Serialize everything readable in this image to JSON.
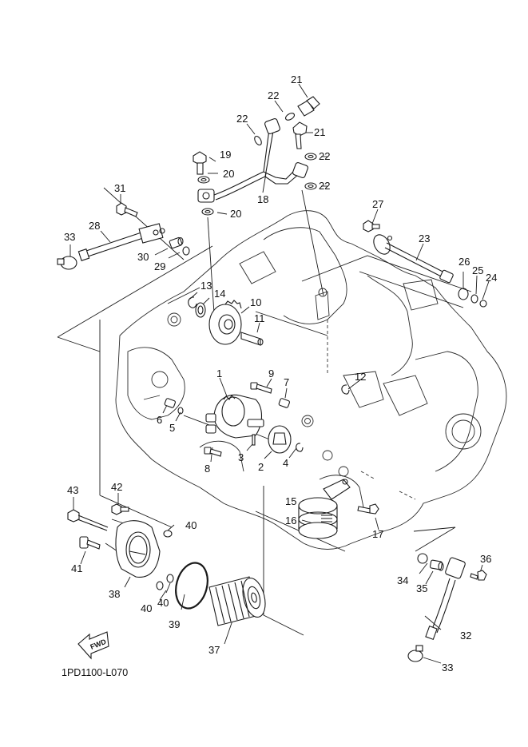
{
  "diagram": {
    "title": "Oil pump / oil filter exploded view",
    "drawing_code": "1PD1100-L070",
    "direction_indicator": "FWD",
    "colors": {
      "line": "#1a1a1a",
      "background": "#ffffff"
    },
    "callouts": [
      {
        "id": "c1",
        "number": "1"
      },
      {
        "id": "c2",
        "number": "2"
      },
      {
        "id": "c3",
        "number": "3"
      },
      {
        "id": "c4",
        "number": "4"
      },
      {
        "id": "c5",
        "number": "5"
      },
      {
        "id": "c6",
        "number": "6"
      },
      {
        "id": "c7",
        "number": "7"
      },
      {
        "id": "c8",
        "number": "8"
      },
      {
        "id": "c9",
        "number": "9"
      },
      {
        "id": "c10",
        "number": "10"
      },
      {
        "id": "c11",
        "number": "11"
      },
      {
        "id": "c12",
        "number": "12"
      },
      {
        "id": "c13",
        "number": "13"
      },
      {
        "id": "c14",
        "number": "14"
      },
      {
        "id": "c15",
        "number": "15"
      },
      {
        "id": "c16",
        "number": "16"
      },
      {
        "id": "c17",
        "number": "17"
      },
      {
        "id": "c18",
        "number": "18"
      },
      {
        "id": "c19",
        "number": "19"
      },
      {
        "id": "c20a",
        "number": "20"
      },
      {
        "id": "c20b",
        "number": "20"
      },
      {
        "id": "c21a",
        "number": "21"
      },
      {
        "id": "c21b",
        "number": "21"
      },
      {
        "id": "c22a",
        "number": "22"
      },
      {
        "id": "c22b",
        "number": "22"
      },
      {
        "id": "c22c",
        "number": "22"
      },
      {
        "id": "c22d",
        "number": "22"
      },
      {
        "id": "c23",
        "number": "23"
      },
      {
        "id": "c24",
        "number": "24"
      },
      {
        "id": "c25",
        "number": "25"
      },
      {
        "id": "c26",
        "number": "26"
      },
      {
        "id": "c27",
        "number": "27"
      },
      {
        "id": "c28",
        "number": "28"
      },
      {
        "id": "c29",
        "number": "29"
      },
      {
        "id": "c30",
        "number": "30"
      },
      {
        "id": "c31",
        "number": "31"
      },
      {
        "id": "c32",
        "number": "32"
      },
      {
        "id": "c33a",
        "number": "33"
      },
      {
        "id": "c33b",
        "number": "33"
      },
      {
        "id": "c34",
        "number": "34"
      },
      {
        "id": "c35",
        "number": "35"
      },
      {
        "id": "c36",
        "number": "36"
      },
      {
        "id": "c37",
        "number": "37"
      },
      {
        "id": "c38",
        "number": "38"
      },
      {
        "id": "c39",
        "number": "39"
      },
      {
        "id": "c40a",
        "number": "40"
      },
      {
        "id": "c40b",
        "number": "40"
      },
      {
        "id": "c40c",
        "number": "40"
      },
      {
        "id": "c41",
        "number": "41"
      },
      {
        "id": "c42",
        "number": "42"
      },
      {
        "id": "c43",
        "number": "43"
      }
    ]
  }
}
